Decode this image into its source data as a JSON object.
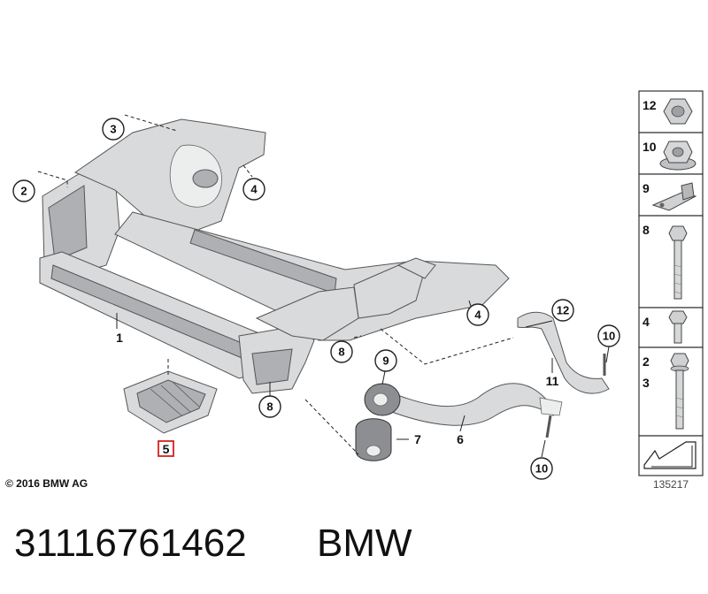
{
  "diagram": {
    "callouts": [
      {
        "id": "c3",
        "label": "3"
      },
      {
        "id": "c2",
        "label": "2"
      },
      {
        "id": "c4a",
        "label": "4"
      },
      {
        "id": "c4b",
        "label": "4"
      },
      {
        "id": "c8a",
        "label": "8"
      },
      {
        "id": "c9",
        "label": "9"
      },
      {
        "id": "c12",
        "label": "12"
      },
      {
        "id": "c10a",
        "label": "10"
      },
      {
        "id": "c8b",
        "label": "8"
      },
      {
        "id": "c10b",
        "label": "10"
      }
    ],
    "bare_labels": [
      {
        "id": "l1",
        "label": "1"
      },
      {
        "id": "l11",
        "label": "11"
      },
      {
        "id": "l7",
        "label": "7"
      },
      {
        "id": "l6",
        "label": "6"
      }
    ],
    "highlighted_label": "5",
    "highlight_color": "#d62020"
  },
  "fastener_panel": {
    "cells": [
      {
        "labels": [
          "12"
        ],
        "icon": "nut-icon"
      },
      {
        "labels": [
          "10"
        ],
        "icon": "flange-nut-icon"
      },
      {
        "labels": [
          "9"
        ],
        "icon": "clip-icon"
      },
      {
        "labels": [
          "8"
        ],
        "icon": "bolt-icon"
      },
      {
        "labels": [
          "4"
        ],
        "icon": "short-bolt-icon"
      },
      {
        "labels": [
          "2",
          "3"
        ],
        "icon": "long-bolt-icon"
      }
    ],
    "footer_icon": "arrow-icon"
  },
  "copyright": "© 2016 BMW AG",
  "diagram_number": "135217",
  "part_number": "31116761462",
  "brand": "BMW"
}
